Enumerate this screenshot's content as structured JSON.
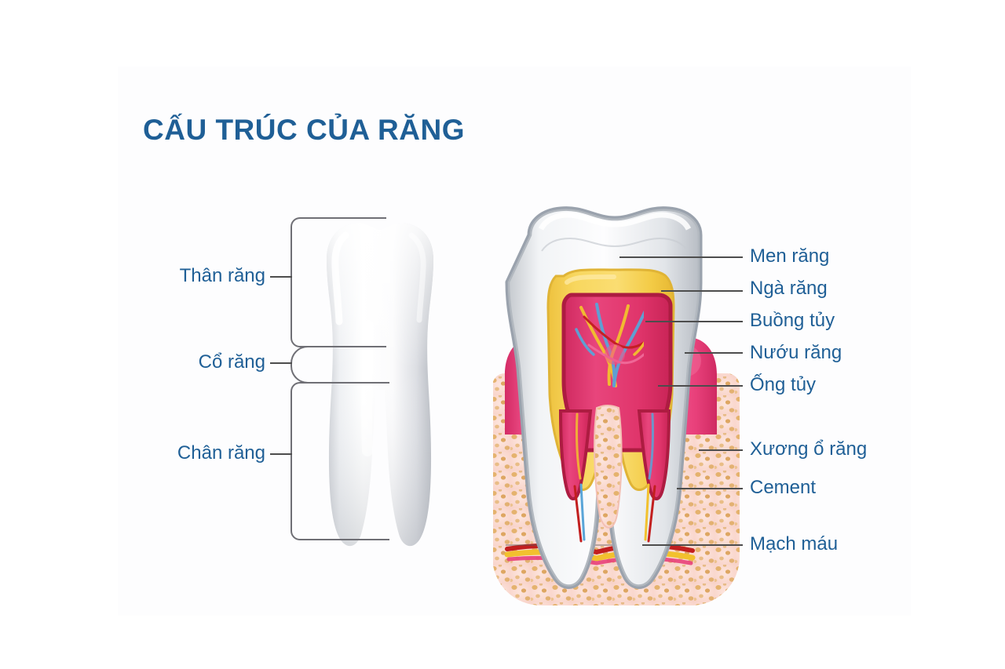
{
  "page": {
    "title": "CẤU TRÚC CỦA RĂNG",
    "background_color": "#ffffff",
    "card_color": "#fdfdfe",
    "title_color": "#1f5f96",
    "label_color": "#1f5f96",
    "leader_color": "#4d4d4d",
    "bracket_color": "#6f6f75"
  },
  "diagram": {
    "type": "anatomical-illustration",
    "subject": "Tooth structure (cross-section and whole molar)",
    "left_illustration": "whole-molar-tooth",
    "right_illustration": "tooth-cross-section-in-bone",
    "palette": {
      "enamel": "#eef0f2",
      "enamel_outline": "#a9adb2",
      "dentin": "#f5cf4f",
      "dentin_outline": "#e2b63a",
      "pulp": "#e0356b",
      "pulp_outline": "#b51f45",
      "gum": "#e8407a",
      "gum_highlight": "#f06a99",
      "bone": "#fbdcd3",
      "bone_speckle": "#e0ac61",
      "cement": "#a9b0bb",
      "vessel_red": "#e02020",
      "vessel_blue": "#59a5d8",
      "vessel_yellow": "#f2c12e",
      "tooth_white": "#ffffff",
      "tooth_shadow": "#b9bcc2"
    }
  },
  "labels_left": [
    {
      "id": "than-rang",
      "text": "Thân răng",
      "part": "crown"
    },
    {
      "id": "co-rang",
      "text": "Cổ răng",
      "part": "neck"
    },
    {
      "id": "chan-rang",
      "text": "Chân răng",
      "part": "root"
    }
  ],
  "labels_right": [
    {
      "id": "men-rang",
      "text": "Men răng",
      "part": "enamel"
    },
    {
      "id": "nga-rang",
      "text": "Ngà răng",
      "part": "dentin"
    },
    {
      "id": "buong-tuy",
      "text": "Buồng tủy",
      "part": "pulp-chamber"
    },
    {
      "id": "nuou-rang",
      "text": "Nướu răng",
      "part": "gum"
    },
    {
      "id": "ong-tuy",
      "text": "Ống tủy",
      "part": "root-canal"
    },
    {
      "id": "xuong-o-rang",
      "text": "Xương ổ răng",
      "part": "alveolar-bone"
    },
    {
      "id": "cement",
      "text": "Cement",
      "part": "cementum"
    },
    {
      "id": "mach-mau",
      "text": "Mạch máu",
      "part": "blood-vessel"
    }
  ]
}
